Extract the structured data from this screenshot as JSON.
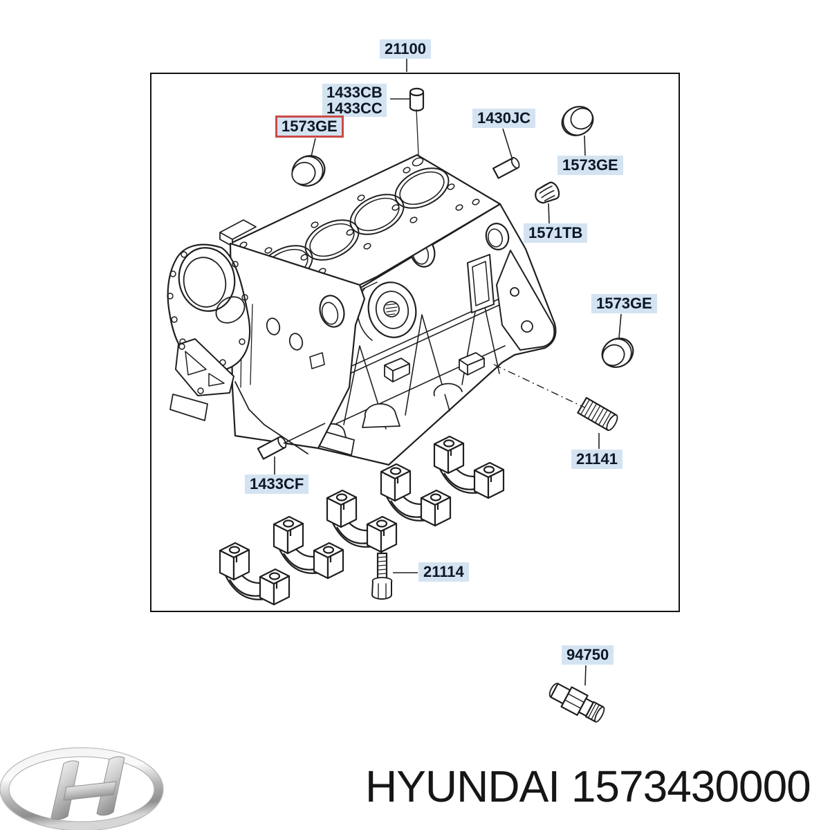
{
  "diagram": {
    "root_label": {
      "text": "21100"
    },
    "callouts": [
      {
        "id": "1433CB-1433CC",
        "lines": [
          "1433CB",
          "1433CC"
        ]
      },
      {
        "id": "1573GE-highlighted",
        "text": "1573GE",
        "highlighted": true
      },
      {
        "id": "1430JC",
        "text": "1430JC"
      },
      {
        "id": "1573GE-top-right",
        "text": "1573GE"
      },
      {
        "id": "1571TB",
        "text": "1571TB"
      },
      {
        "id": "1573GE-mid-right",
        "text": "1573GE"
      },
      {
        "id": "21141",
        "text": "21141"
      },
      {
        "id": "1433CF",
        "text": "1433CF"
      },
      {
        "id": "21114",
        "text": "21114"
      },
      {
        "id": "94750",
        "text": "94750"
      }
    ],
    "colors": {
      "label_background": "#d4e3f1",
      "highlight_border": "#cb4a49",
      "line": "#1f1f1f"
    }
  },
  "footer": {
    "brand": "HYUNDAI",
    "part_number": "1573430000",
    "text": "HYUNDAI 1573430000"
  }
}
